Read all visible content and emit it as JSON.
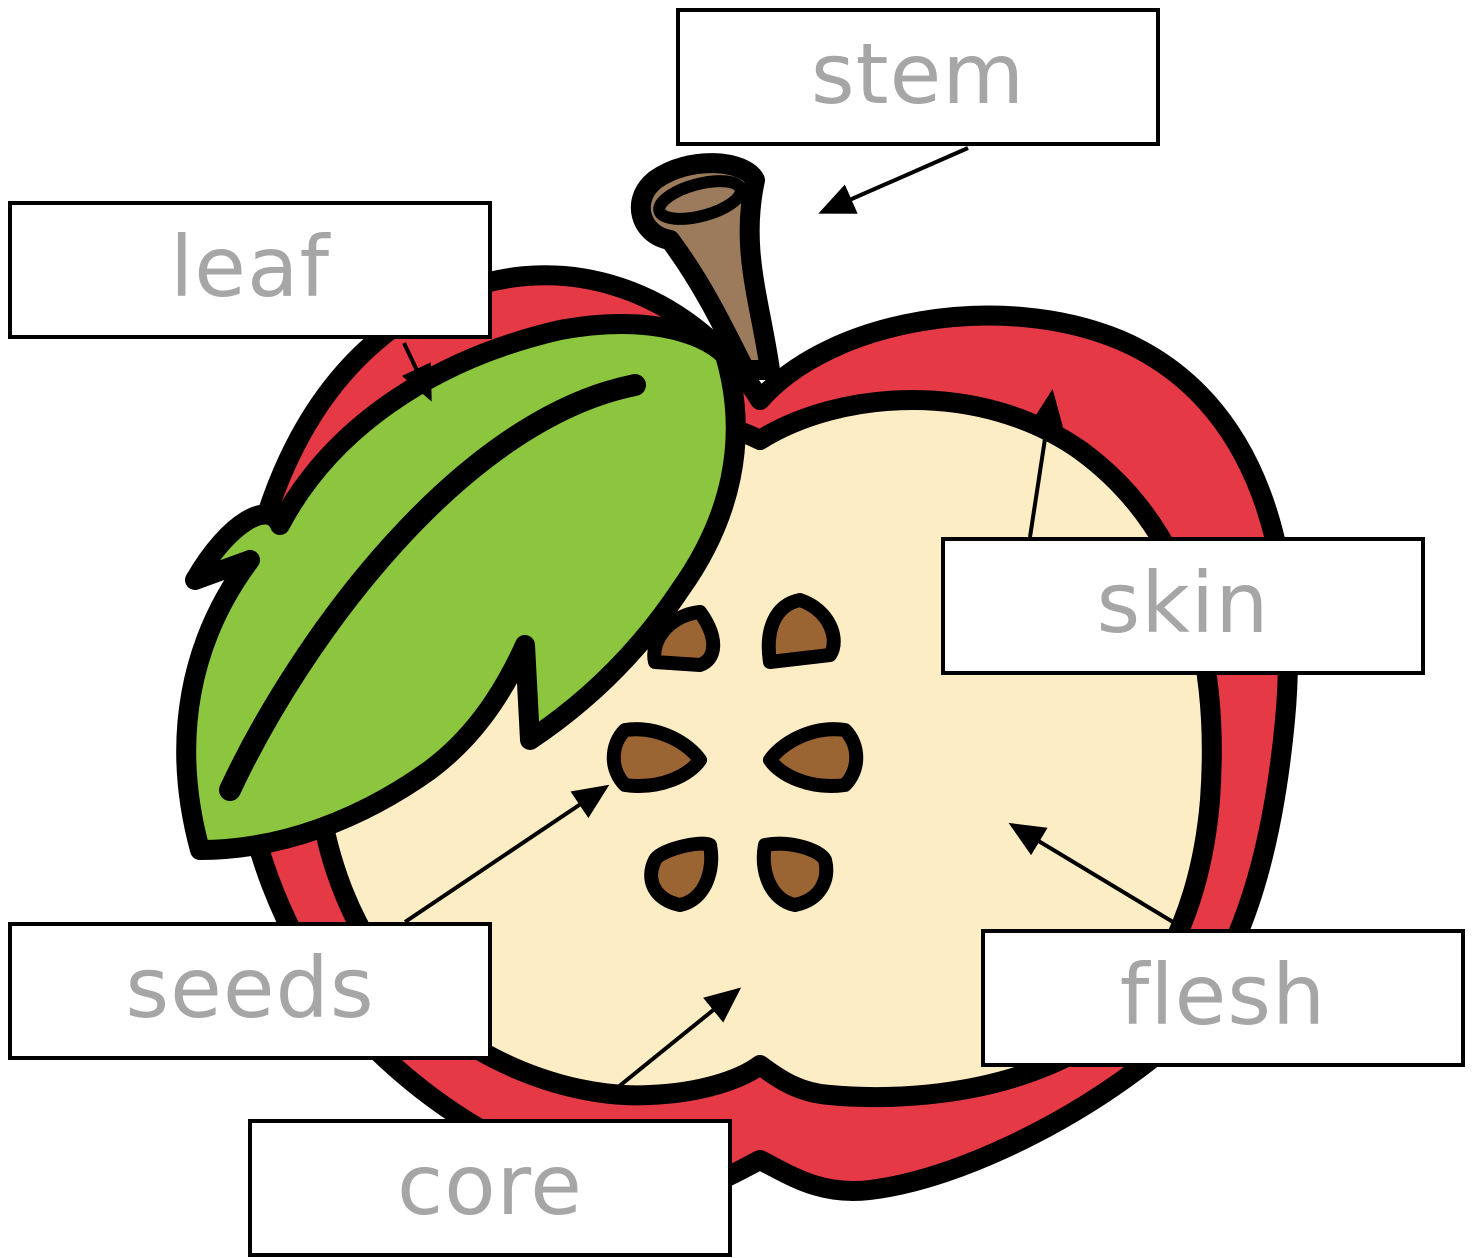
{
  "colors": {
    "outline": "#000000",
    "skin": "#e63946",
    "flesh": "#fdedc4",
    "leaf": "#8cc63f",
    "stem": "#9b7b5c",
    "seed": "#9b6533",
    "label_text": "#a6a6a6"
  },
  "labels": {
    "stem": "stem",
    "leaf": "leaf",
    "skin": "skin",
    "seeds": "seeds",
    "flesh": "flesh",
    "core": "core"
  }
}
